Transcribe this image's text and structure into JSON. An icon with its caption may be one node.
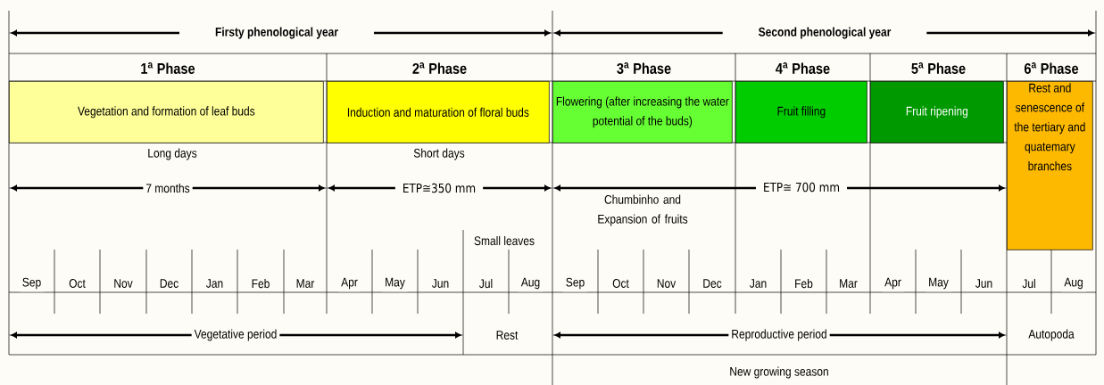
{
  "diagram": {
    "nodes": [
      {
        "text": [
          "1$^{a}$ Phase",
          "Vegetation and formation of leaf buds"
        ]
      },
      {
        "text": [
          "2$^{a}$ Phase",
          "Induction and maturation of floral buds"
        ]
      },
      {
        "text": [
          "3$^{a}$ Phase",
          "Flowering (after increasing the water potential of the buds)"
        ]
      },
      {
        "text": [
          "4$^{a}$ Phase",
          "Fruit filling"
        ]
      },
      {
        "text": [
          "5$^{a}$ Phase",
          "Fruit ripening"
        ]
      },
      {
        "text": [
          "6$^{a}$ Phase",
          "Rest and senescence of the tertiary and quatemary branches"
        ]
      }
    ],
    "labels": [
      "Firsty phenological year",
      "Second phenological year",
      "Long days",
      "Short days",
      "7  months",
      "ETP≅350 mm",
      "ETP≅  700 mm",
      "Chumbinho and Expansion of fruits",
      "Small leaves",
      "Sep",
      "Oct",
      "Nov",
      "Dec",
      "Jan",
      "Feb",
      "Mar",
      "Apr",
      "May",
      "Jun",
      "Jul",
      "Aug",
      "Sep",
      "Oct",
      "Nov",
      "Dec",
      "Jan",
      "Feb",
      "Mar",
      "Apr",
      "May",
      "Jun",
      "Jul",
      "Aug",
      "Vegetative period",
      "Rest",
      "Reproductive period",
      "Autopoda",
      "New growing season"
    ]
  }
}
